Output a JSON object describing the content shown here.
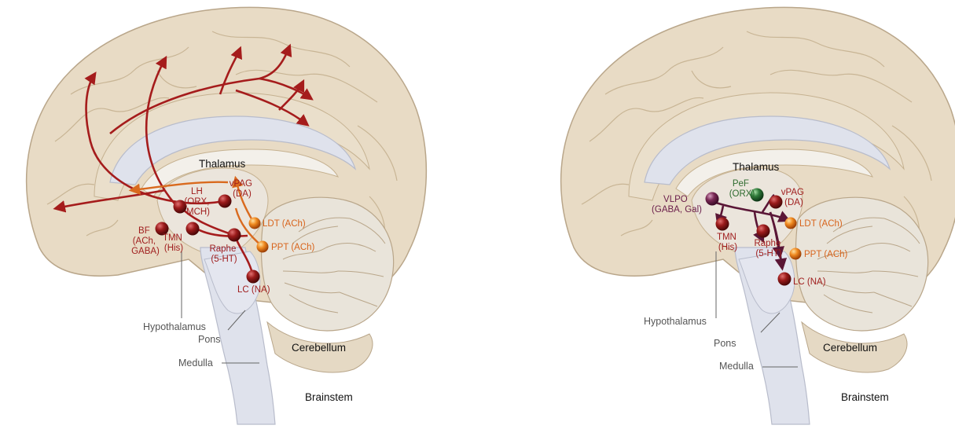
{
  "panels": [
    {
      "id": "arousal",
      "labels": {
        "thalamus": "Thalamus",
        "hypothalamus": "Hypothalamus",
        "pons": "Pons",
        "medulla": "Medulla",
        "cerebellum": "Cerebellum",
        "brainstem": "Brainstem",
        "vpag": [
          "vPAG",
          "(DA)"
        ],
        "lh": [
          "LH",
          "(ORX,",
          "MCH)"
        ],
        "bf": [
          "BF",
          "(ACh,",
          "GABA)"
        ],
        "tmn": [
          "TMN",
          "(His)"
        ],
        "raphe": [
          "Raphe",
          "(5-HT)"
        ],
        "ldt": "LDT (ACh)",
        "ppt": "PPT (ACh)",
        "lc": "LC (NA)"
      }
    },
    {
      "id": "sleep",
      "labels": {
        "thalamus": "Thalamus",
        "hypothalamus": "Hypothalamus",
        "pons": "Pons",
        "medulla": "Medulla",
        "cerebellum": "Cerebellum",
        "brainstem": "Brainstem",
        "pef": [
          "PeF",
          "(ORX)"
        ],
        "vlpo": [
          "VLPO",
          "(GABA, Gal)"
        ],
        "vpag": [
          "vPAG",
          "(DA)"
        ],
        "tmn": [
          "TMN",
          "(His)"
        ],
        "raphe": [
          "Raphe",
          "(5-HT)"
        ],
        "ldt": "LDT (ACh)",
        "ppt": "PPT (ACh)",
        "lc": "LC (NA)"
      }
    }
  ],
  "colors": {
    "brain": "#e8dbc5",
    "brain_stroke": "#b9a68a",
    "ventricle": "#dfe2ec",
    "red_pathway": "#a51c1c",
    "orange_pathway": "#d96a1e",
    "purple_pathway": "#5a1636",
    "green_nucleus": "#2f6e3a"
  }
}
